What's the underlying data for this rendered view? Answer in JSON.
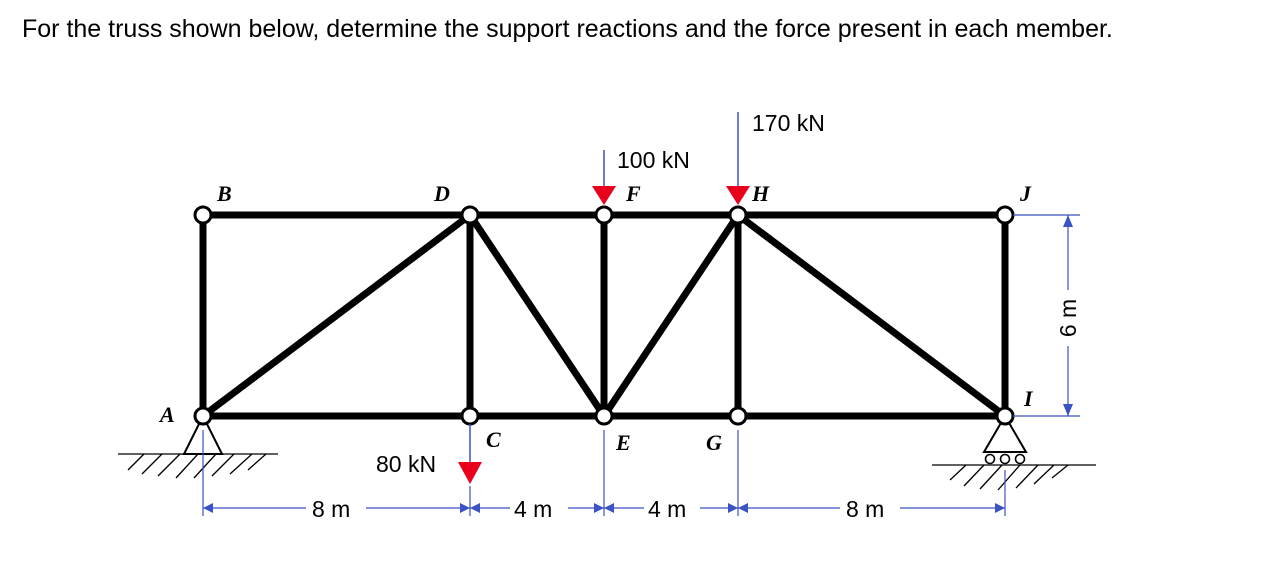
{
  "problem_text": "For the truss shown below, determine the support reactions and the force present in each member.",
  "nodes": {
    "A": "A",
    "B": "B",
    "C": "C",
    "D": "D",
    "E": "E",
    "F": "F",
    "G": "G",
    "H": "H",
    "I": "I",
    "J": "J"
  },
  "loads": {
    "load_c": "80 kN",
    "load_f": "100 kN",
    "load_h": "170 kN"
  },
  "dimensions": {
    "span_ac": "8 m",
    "span_ce": "4 m",
    "span_eg": "4 m",
    "span_gi": "8 m",
    "height": "6 m"
  },
  "colors": {
    "member": "#000000",
    "load_arrow": "#e8001c",
    "dimension_line": "#3a52c4"
  }
}
